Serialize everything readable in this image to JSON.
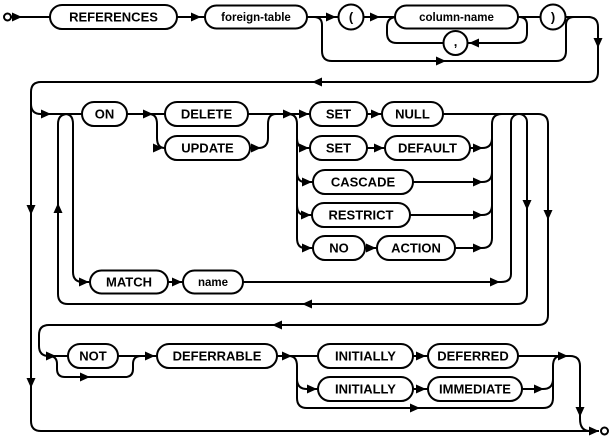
{
  "diagram": {
    "kind": "railroad-syntax-diagram",
    "colors": {
      "line": "#000000",
      "background": "#ffffff",
      "text": "#000000"
    },
    "terminals": {
      "start": "start-bullet",
      "end": "end-bullet"
    },
    "nodes": [
      {
        "id": "references",
        "label": "REFERENCES",
        "kind": "keyword"
      },
      {
        "id": "foreign-table",
        "label": "foreign-table",
        "kind": "nonterminal"
      },
      {
        "id": "open-paren",
        "label": "(",
        "kind": "punctuation"
      },
      {
        "id": "column-name",
        "label": "column-name",
        "kind": "nonterminal"
      },
      {
        "id": "comma",
        "label": ",",
        "kind": "punctuation"
      },
      {
        "id": "close-paren",
        "label": ")",
        "kind": "punctuation"
      },
      {
        "id": "on",
        "label": "ON",
        "kind": "keyword"
      },
      {
        "id": "delete",
        "label": "DELETE",
        "kind": "keyword"
      },
      {
        "id": "update",
        "label": "UPDATE",
        "kind": "keyword"
      },
      {
        "id": "set-1",
        "label": "SET",
        "kind": "keyword"
      },
      {
        "id": "null",
        "label": "NULL",
        "kind": "keyword"
      },
      {
        "id": "set-2",
        "label": "SET",
        "kind": "keyword"
      },
      {
        "id": "default",
        "label": "DEFAULT",
        "kind": "keyword"
      },
      {
        "id": "cascade",
        "label": "CASCADE",
        "kind": "keyword"
      },
      {
        "id": "restrict",
        "label": "RESTRICT",
        "kind": "keyword"
      },
      {
        "id": "no",
        "label": "NO",
        "kind": "keyword"
      },
      {
        "id": "action",
        "label": "ACTION",
        "kind": "keyword"
      },
      {
        "id": "match",
        "label": "MATCH",
        "kind": "keyword"
      },
      {
        "id": "name",
        "label": "name",
        "kind": "nonterminal"
      },
      {
        "id": "not",
        "label": "NOT",
        "kind": "keyword"
      },
      {
        "id": "deferrable",
        "label": "DEFERRABLE",
        "kind": "keyword"
      },
      {
        "id": "initially-1",
        "label": "INITIALLY",
        "kind": "keyword"
      },
      {
        "id": "deferred",
        "label": "DEFERRED",
        "kind": "keyword"
      },
      {
        "id": "initially-2",
        "label": "INITIALLY",
        "kind": "keyword"
      },
      {
        "id": "immediate",
        "label": "IMMEDIATE",
        "kind": "keyword"
      }
    ]
  }
}
